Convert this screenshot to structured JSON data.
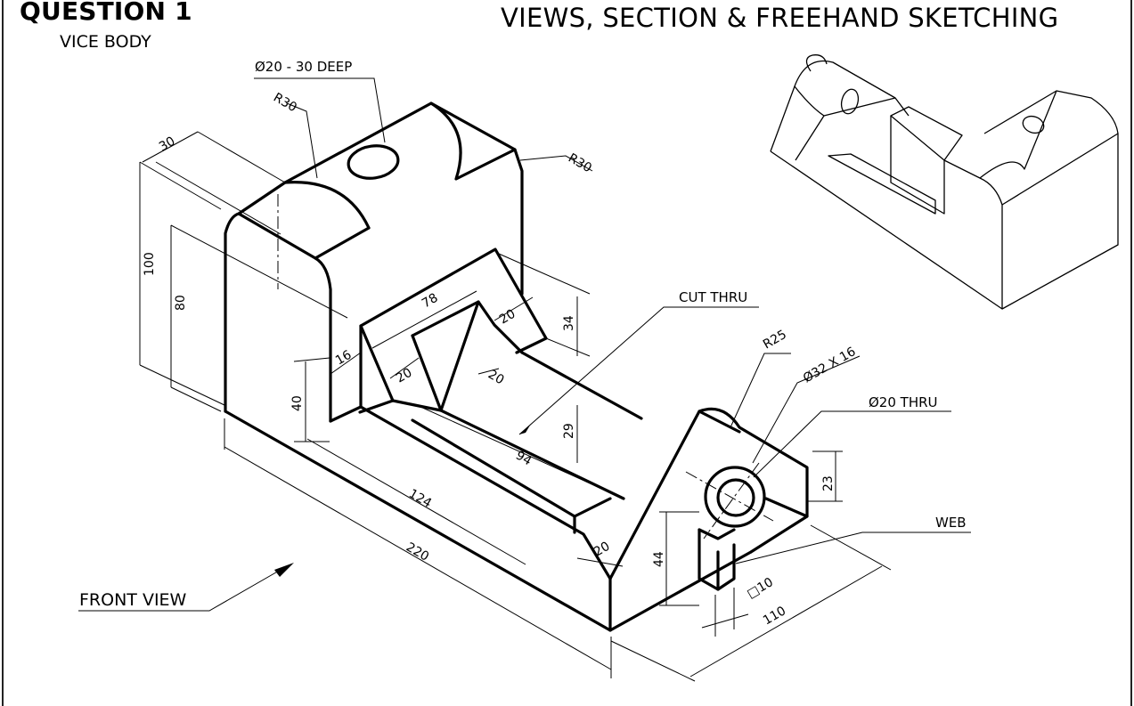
{
  "header": {
    "question": "QUESTION 1",
    "part_name": "VICE BODY",
    "title": "VIEWS, SECTION & FREEHAND SKETCHING"
  },
  "callouts": {
    "hole_top": "Ø20 - 30 DEEP",
    "r30_left": "R30",
    "r30_right": "R30",
    "cut_thru": "CUT THRU",
    "r25": "R25",
    "boss": "Ø32 X 16",
    "hole_thru": "Ø20 THRU",
    "web": "WEB",
    "front_view": "FRONT VIEW"
  },
  "dimensions": {
    "d30": "30",
    "d100": "100",
    "d80": "80",
    "d78": "78",
    "d20_top": "20",
    "d34": "34",
    "d16": "16",
    "d20_left": "20",
    "d20_small": "20",
    "d40": "40",
    "d29": "29",
    "d94": "94",
    "d124": "124",
    "d220": "220",
    "d20_right": "20",
    "d44": "44",
    "d23": "23",
    "d10": "□10",
    "d110": "110"
  }
}
